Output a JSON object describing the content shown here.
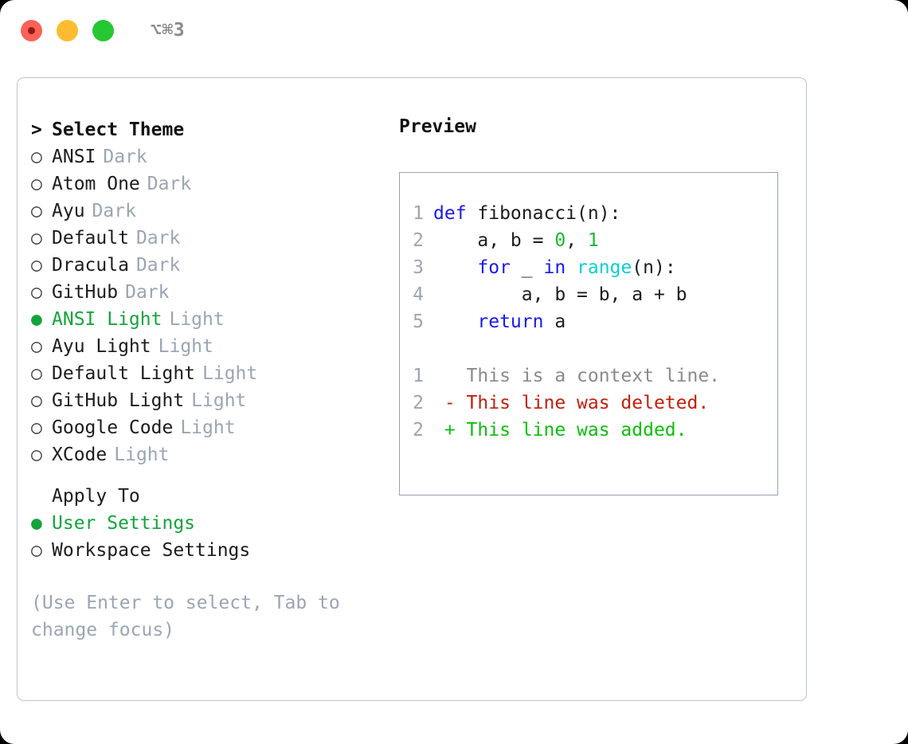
{
  "titlebar": {
    "shortcut": "⌥⌘3",
    "controls": [
      {
        "name": "close",
        "color": "#fd6158"
      },
      {
        "name": "minimize",
        "color": "#fdbc2f"
      },
      {
        "name": "maximize",
        "color": "#25c732"
      }
    ]
  },
  "theme_picker": {
    "header_marker": ">",
    "header": "Select Theme",
    "marker_selected": "●",
    "marker_unselected": "○",
    "items": [
      {
        "name": "ANSI",
        "variant": "Dark",
        "selected": false
      },
      {
        "name": "Atom One",
        "variant": "Dark",
        "selected": false
      },
      {
        "name": "Ayu",
        "variant": "Dark",
        "selected": false
      },
      {
        "name": "Default",
        "variant": "Dark",
        "selected": false
      },
      {
        "name": "Dracula",
        "variant": "Dark",
        "selected": false
      },
      {
        "name": "GitHub",
        "variant": "Dark",
        "selected": false
      },
      {
        "name": "ANSI Light",
        "variant": "Light",
        "selected": true
      },
      {
        "name": "Ayu Light",
        "variant": "Light",
        "selected": false
      },
      {
        "name": "Default Light",
        "variant": "Light",
        "selected": false
      },
      {
        "name": "GitHub Light",
        "variant": "Light",
        "selected": false
      },
      {
        "name": "Google Code",
        "variant": "Light",
        "selected": false
      },
      {
        "name": "XCode",
        "variant": "Light",
        "selected": false
      }
    ]
  },
  "apply_to": {
    "header": "Apply To",
    "options": [
      {
        "name": "User Settings",
        "selected": true
      },
      {
        "name": "Workspace Settings",
        "selected": false
      }
    ]
  },
  "hint": "(Use Enter to select, Tab to change focus)",
  "preview": {
    "title": "Preview",
    "code_lines": [
      {
        "number": "1",
        "tokens": [
          {
            "text": "def ",
            "type": "kw"
          },
          {
            "text": "fibonacci",
            "type": "id"
          },
          {
            "text": "(n):",
            "type": "id"
          }
        ]
      },
      {
        "number": "2",
        "tokens": [
          {
            "text": "    a, b = ",
            "type": "id"
          },
          {
            "text": "0",
            "type": "num"
          },
          {
            "text": ", ",
            "type": "id"
          },
          {
            "text": "1",
            "type": "num"
          }
        ]
      },
      {
        "number": "3",
        "tokens": [
          {
            "text": "    ",
            "type": "id"
          },
          {
            "text": "for",
            "type": "kw"
          },
          {
            "text": " _ ",
            "type": "id"
          },
          {
            "text": "in",
            "type": "kw"
          },
          {
            "text": " ",
            "type": "id"
          },
          {
            "text": "range",
            "type": "fn"
          },
          {
            "text": "(n):",
            "type": "id"
          }
        ]
      },
      {
        "number": "4",
        "tokens": [
          {
            "text": "        a, b = b, a + b",
            "type": "id"
          }
        ]
      },
      {
        "number": "5",
        "tokens": [
          {
            "text": "    ",
            "type": "id"
          },
          {
            "text": "return",
            "type": "kw"
          },
          {
            "text": " a",
            "type": "id"
          }
        ]
      }
    ],
    "diff_lines": [
      {
        "number": "1",
        "sign": " ",
        "text": "This is a context line.",
        "type": "ctx"
      },
      {
        "number": "2",
        "sign": "-",
        "text": "This line was deleted.",
        "type": "del"
      },
      {
        "number": "2",
        "sign": "+",
        "text": "This line was added.",
        "type": "add"
      }
    ]
  },
  "colors": {
    "accent_green": "#15a33c",
    "muted": "#9aa5b4",
    "keyword": "#1a1aee",
    "function": "#0ccfcf",
    "number": "#18bb2c",
    "diff_delete": "#c41e0a",
    "diff_add": "#0cbf0c",
    "border": "#97a2b3",
    "panel_border": "#bcc4d0"
  }
}
